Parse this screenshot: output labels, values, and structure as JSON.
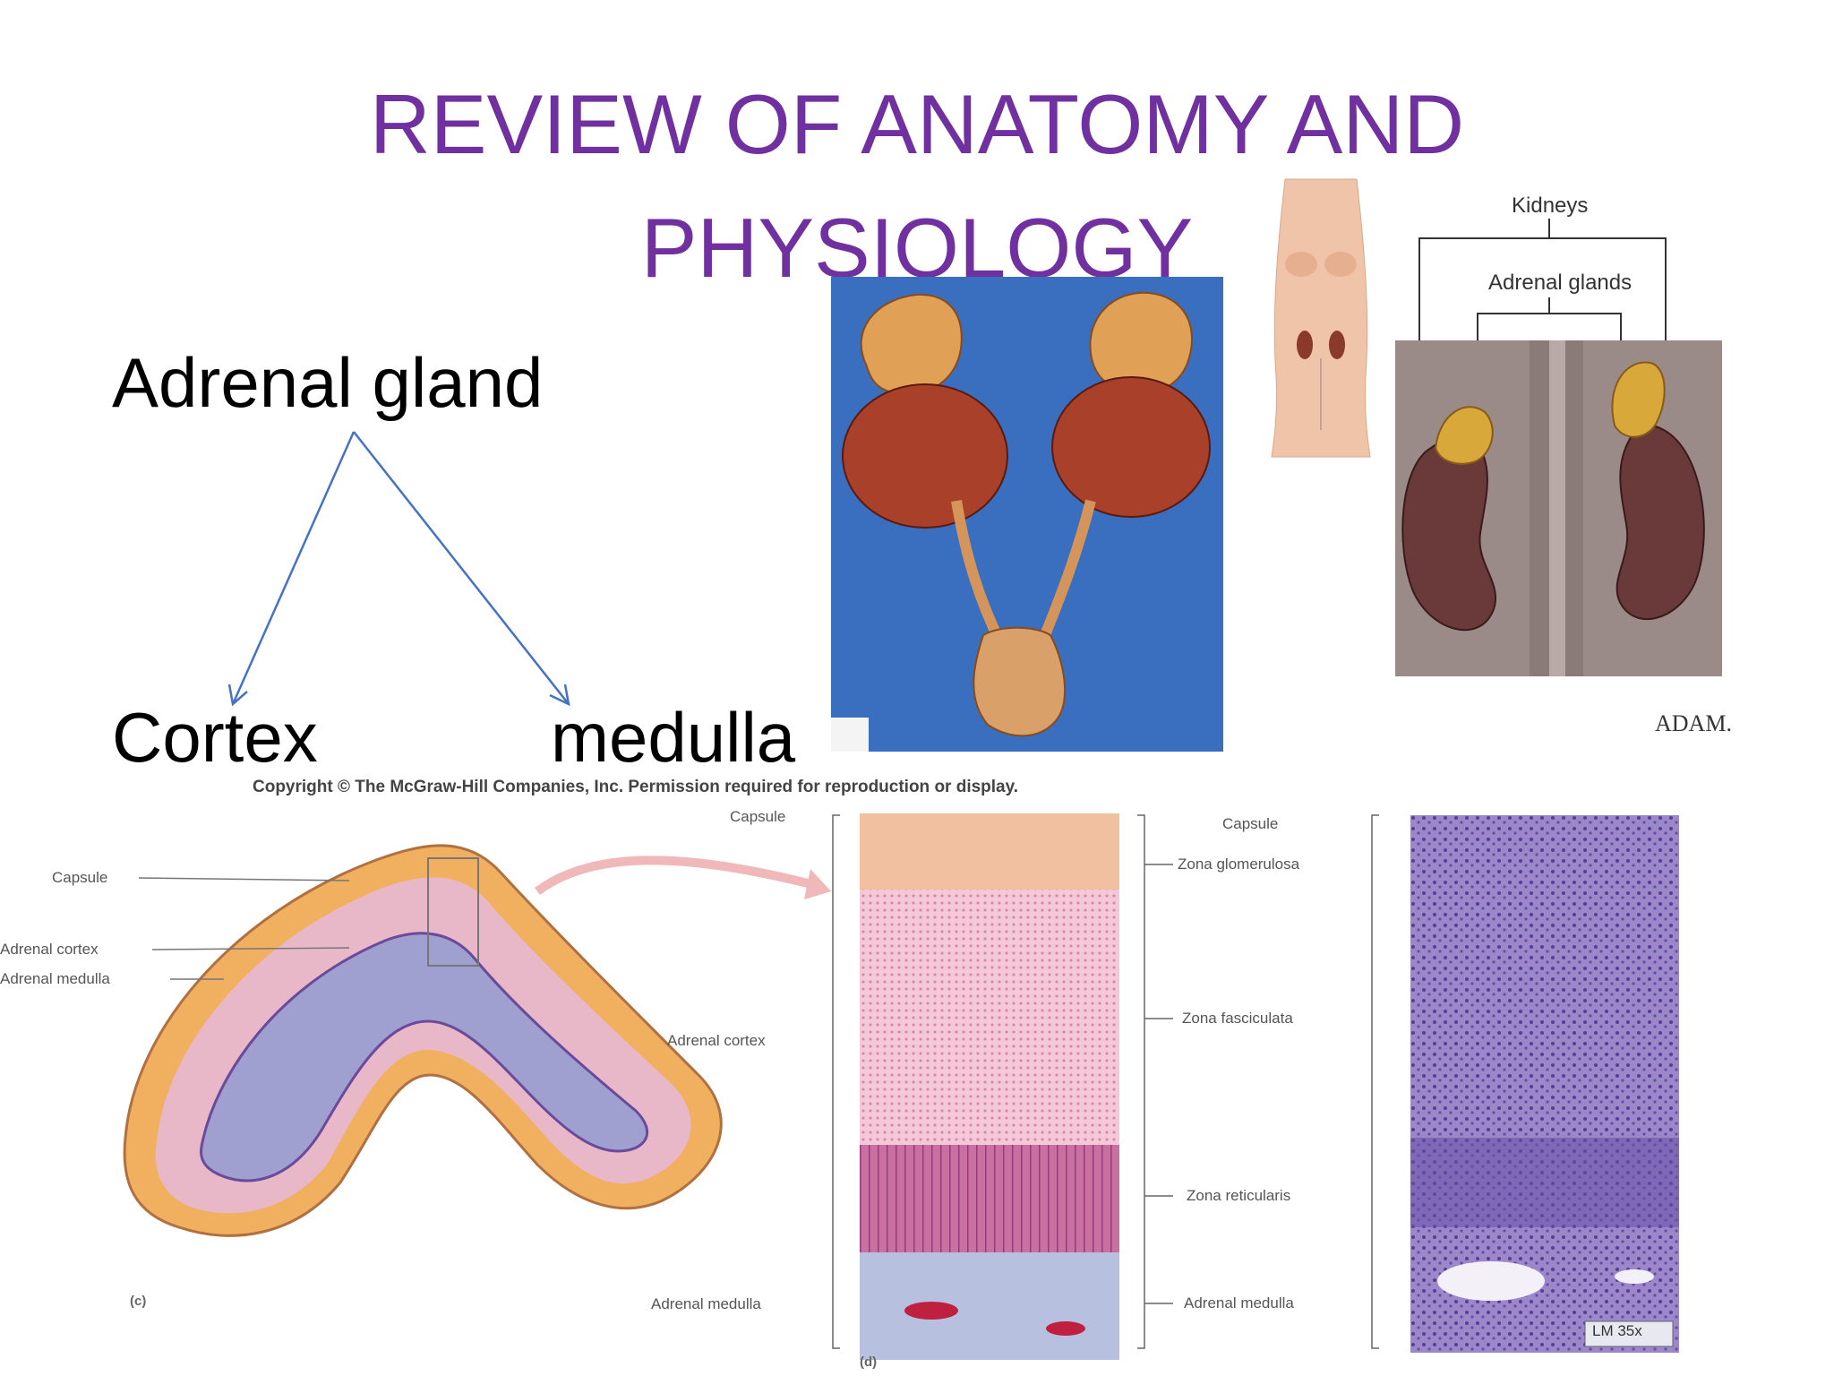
{
  "slide": {
    "title_line1": "REVIEW OF ANATOMY AND",
    "title_line2": "PHYSIOLOGY",
    "tree": {
      "root": "Adrenal gland",
      "left_child": "Cortex",
      "right_child": "medulla"
    }
  },
  "figures": {
    "kidney_diagram": {
      "label_kidneys": "Kidneys",
      "label_adrenal": "Adrenal glands",
      "brand": "ADAM."
    },
    "copyright": "Copyright © The McGraw-Hill Companies, Inc. Permission required for reproduction or display.",
    "gland_section": {
      "capsule": "Capsule",
      "adrenal_cortex": "Adrenal cortex",
      "adrenal_medulla": "Adrenal medulla",
      "panel": "(c)"
    },
    "histology": {
      "left_capsule": "Capsule",
      "left_cortex": "Adrenal cortex",
      "left_medulla": "Adrenal medulla",
      "right_capsule": "Capsule",
      "zona_glomerulosa": "Zona glomerulosa",
      "zona_fasciculata": "Zona fasciculata",
      "zona_reticularis": "Zona reticularis",
      "right_medulla": "Adrenal medulla",
      "panel": "(d)",
      "magnification": "LM 35x"
    }
  },
  "colors": {
    "title": "#7030a0",
    "arrows": "#4472c4",
    "photo_background": "#3a6fc0"
  }
}
